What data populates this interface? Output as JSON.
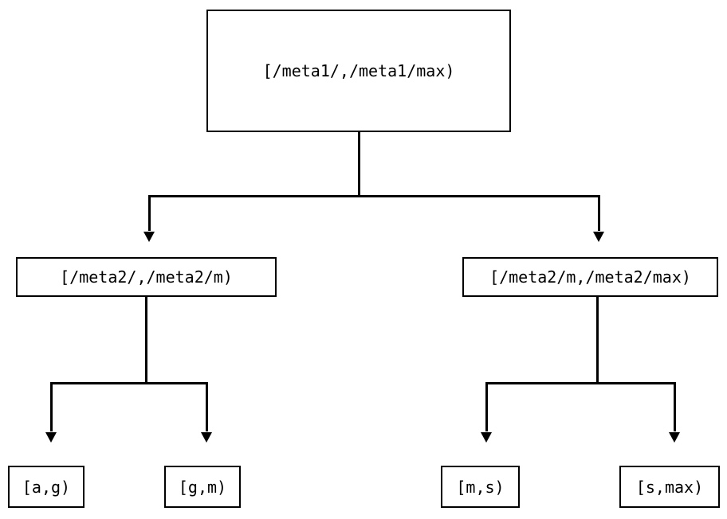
{
  "diagram": {
    "title": "interval-partition-tree",
    "background_color": "#ffffff",
    "line_color": "#000000",
    "text_color": "#000000",
    "nodes": {
      "root": {
        "label": "[/meta1/,/meta1/max)"
      },
      "meta2_low": {
        "label": "[/meta2/,/meta2/m)"
      },
      "meta2_high": {
        "label": "[/meta2/m,/meta2/max)"
      },
      "leaf_ag": {
        "label": "[a,g)"
      },
      "leaf_gm": {
        "label": "[g,m)"
      },
      "leaf_ms": {
        "label": "[m,s)"
      },
      "leaf_smax": {
        "label": "[s,max)"
      }
    },
    "edges": [
      {
        "from": "root",
        "to": "meta2_low",
        "arrow": "down-triangle"
      },
      {
        "from": "root",
        "to": "meta2_high",
        "arrow": "down-triangle"
      },
      {
        "from": "meta2_low",
        "to": "leaf_ag",
        "arrow": "down-triangle"
      },
      {
        "from": "meta2_low",
        "to": "leaf_gm",
        "arrow": "down-triangle"
      },
      {
        "from": "meta2_high",
        "to": "leaf_ms",
        "arrow": "down-triangle"
      },
      {
        "from": "meta2_high",
        "to": "leaf_smax",
        "arrow": "down-triangle"
      }
    ]
  }
}
